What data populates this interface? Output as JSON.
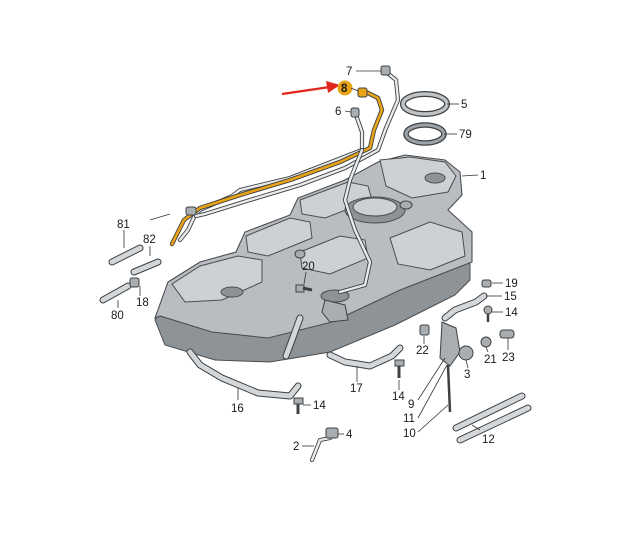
{
  "diagram": {
    "highlight_color": "#e8a317",
    "arrow_color": "#e1261c",
    "highlighted_part": "8",
    "labels": {
      "p1": "1",
      "p2": "2",
      "p3": "3",
      "p4": "4",
      "p5": "5",
      "p6": "6",
      "p7": "7",
      "p8": "8",
      "p9": "9",
      "p10": "10",
      "p11": "11",
      "p12": "12",
      "p14a": "14",
      "p14b": "14",
      "p15": "15",
      "p16": "16",
      "p17": "17",
      "p18": "18",
      "p19": "19",
      "p20": "20",
      "p21": "21",
      "p22": "22",
      "p23": "23",
      "p79": "79",
      "p80": "80",
      "p81": "81",
      "p82": "82"
    }
  }
}
